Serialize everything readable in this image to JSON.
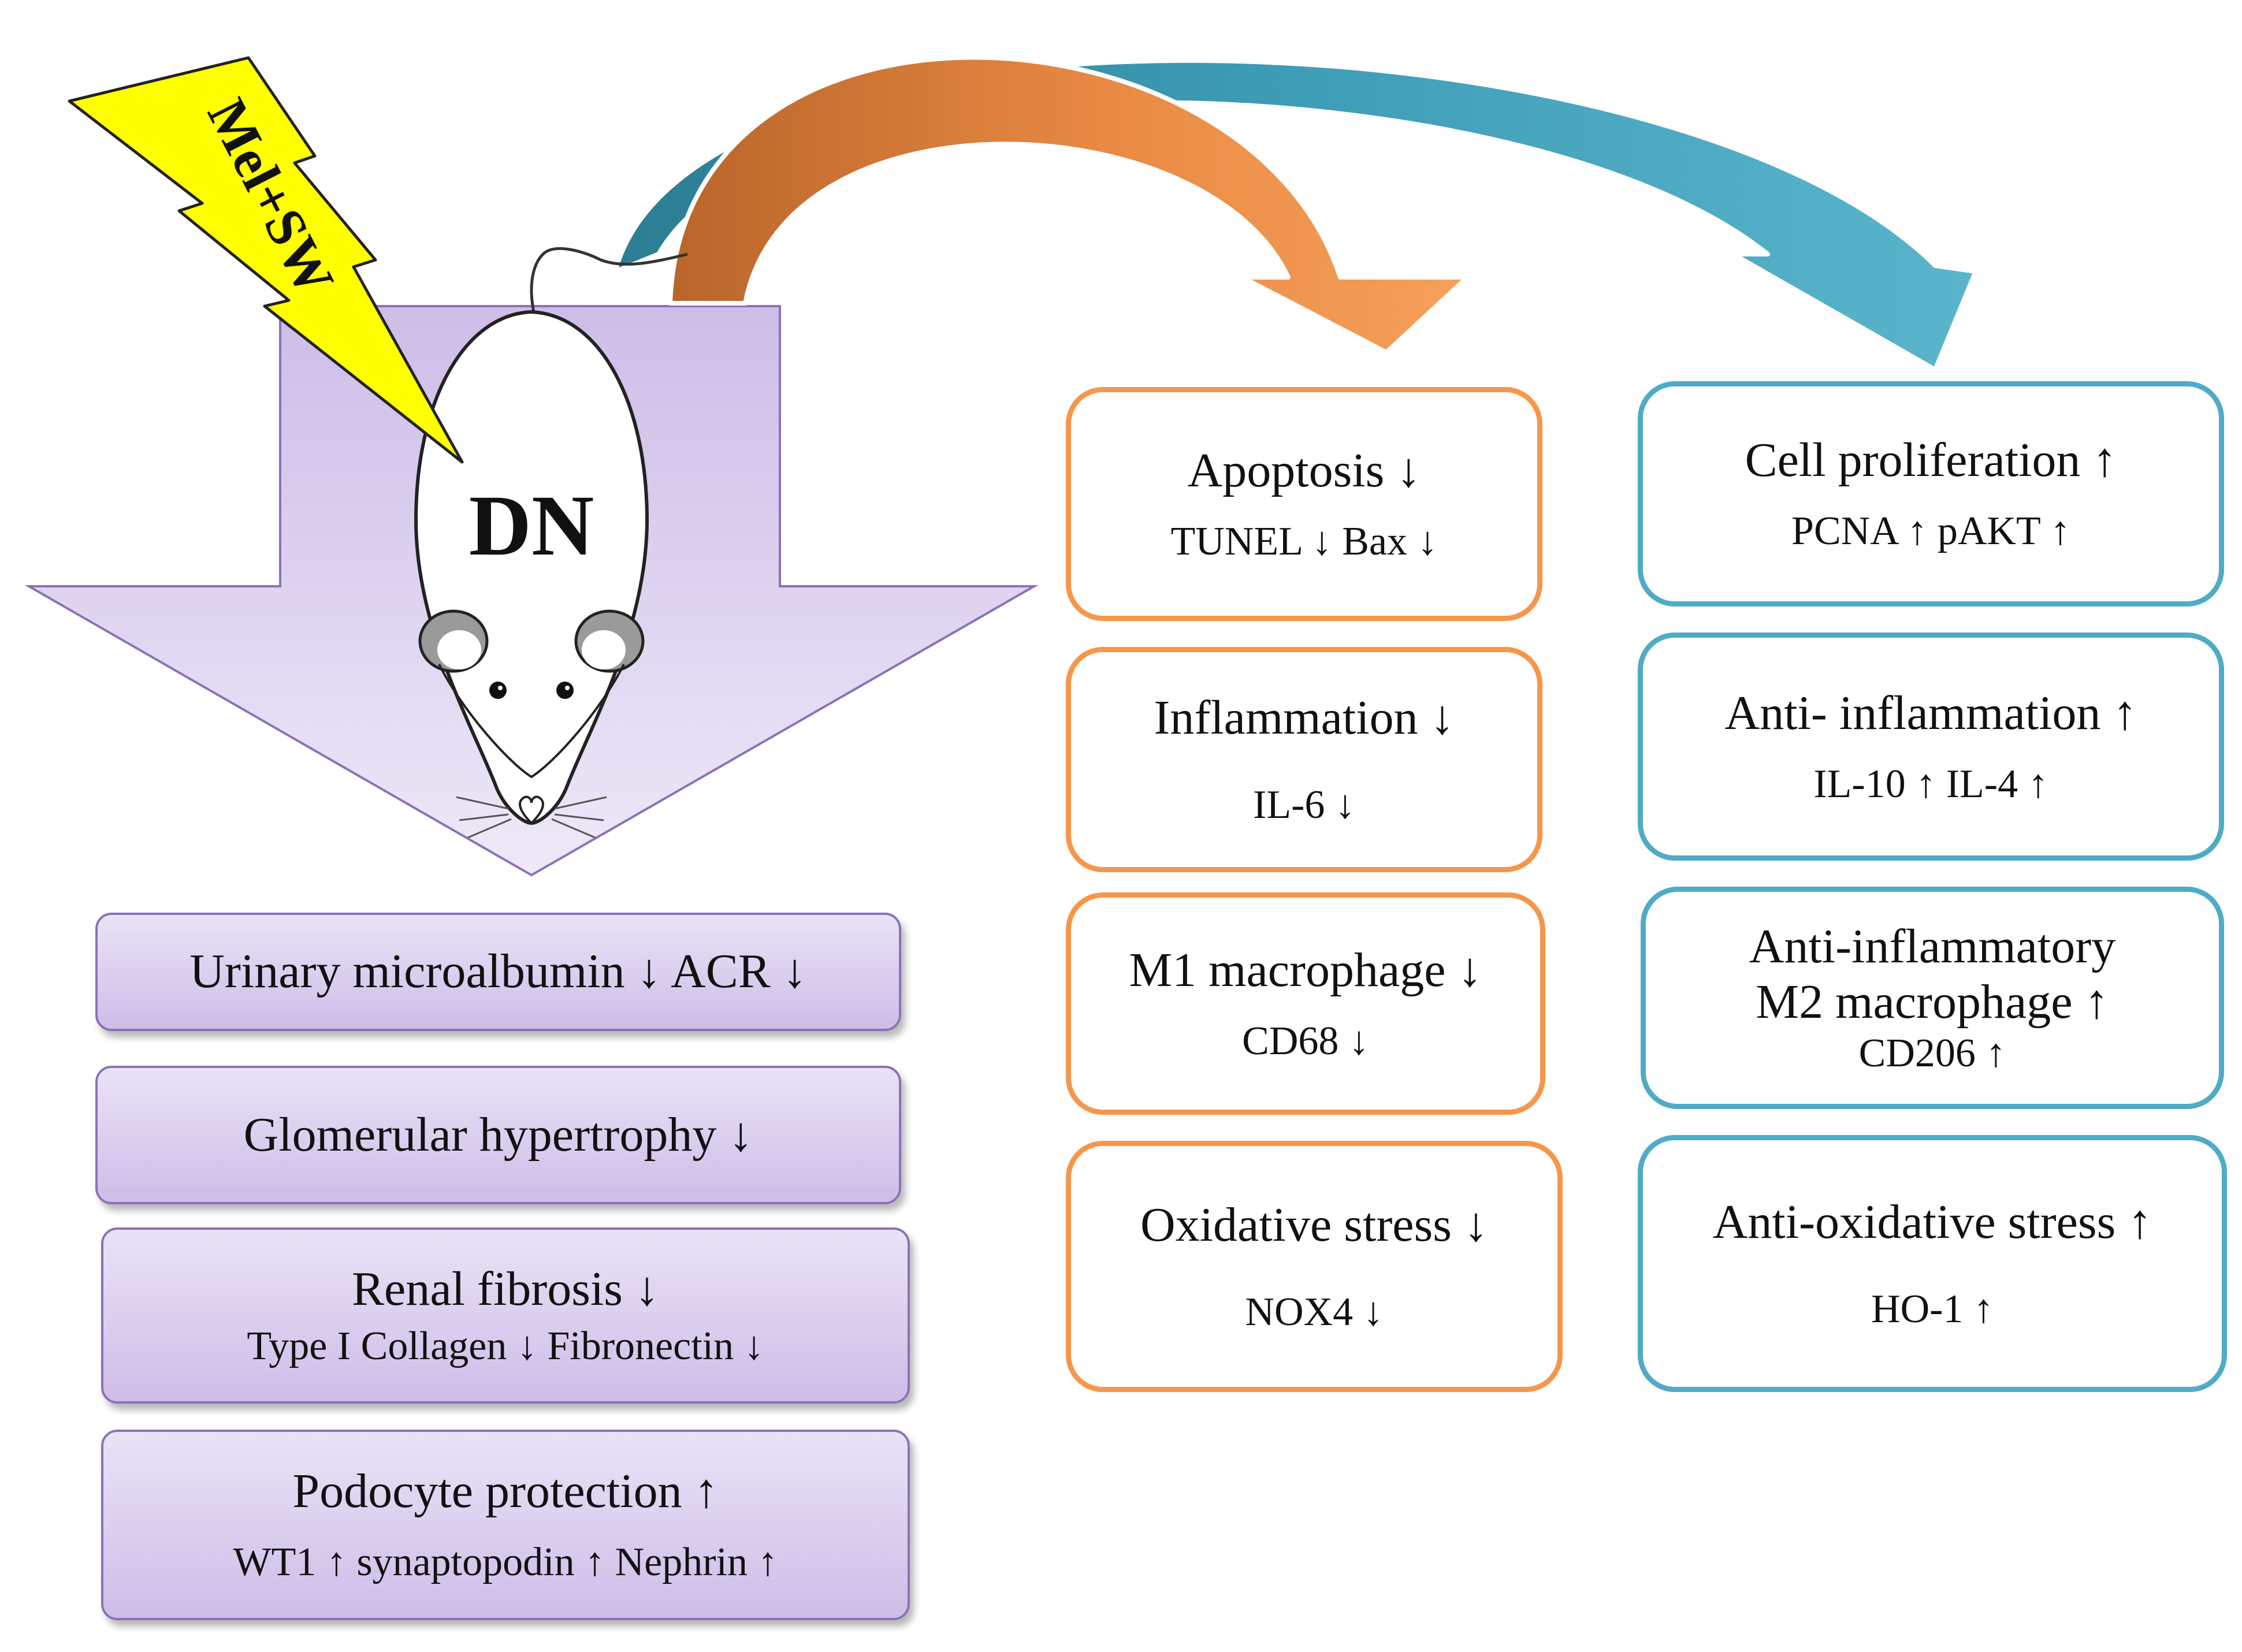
{
  "treatment": "Mel+SW",
  "model": "DN",
  "left_panels": [
    {
      "title": "Urinary  microalbumin ↓   ACR ↓"
    },
    {
      "title": "Glomerular hypertrophy  ↓"
    },
    {
      "title": "Renal fibrosis ↓",
      "sub": "Type I Collagen  ↓   Fibronectin ↓"
    },
    {
      "title": "Podocyte protection ↑",
      "sub": "WT1 ↑  synaptopodin ↑  Nephrin ↑"
    }
  ],
  "decreased_panels": [
    {
      "title": "Apoptosis  ↓",
      "sub": "TUNEL ↓   Bax ↓"
    },
    {
      "title": "Inflammation  ↓",
      "sub": "IL-6  ↓"
    },
    {
      "title": "M1 macrophage  ↓",
      "sub": "CD68 ↓"
    },
    {
      "title": "Oxidative  stress ↓",
      "sub": "NOX4 ↓"
    }
  ],
  "increased_panels": [
    {
      "title": "Cell proliferation ↑",
      "sub": "PCNA ↑   pAKT ↑"
    },
    {
      "title": "Anti-  inflammation ↑",
      "sub": "IL-10 ↑  IL-4 ↑"
    },
    {
      "title": "Anti-inflammatory",
      "title2": "M2 macrophage  ↑",
      "sub": "CD206 ↑"
    },
    {
      "title": "Anti-oxidative  stress ↑",
      "sub": "HO-1   ↑"
    }
  ],
  "colors": {
    "purple_arrow": "#d9cff0",
    "purple_border": "#8a72b8",
    "orange": "#f6964a",
    "orange_dark": "#c46f2b",
    "teal": "#4fabc6",
    "teal_dark": "#2f8197",
    "bolt": "#ffff00"
  }
}
